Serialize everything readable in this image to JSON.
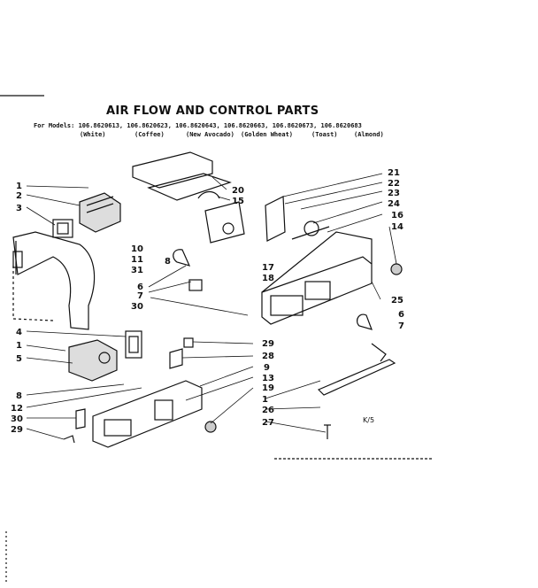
{
  "title": "AIR FLOW AND CONTROL PARTS",
  "models_line": "For Models: 106.8620613, 106.8620623, 106.8620643, 106.8620663, 106.8620673, 106.8620683",
  "colors": [
    "(White)",
    "(Coffee)",
    "(New Avocado)",
    "(Golden Wheat)",
    "(Toast)",
    "(Almond)"
  ],
  "drawing_code": "K/5",
  "callouts_left": [
    "1",
    "2",
    "3",
    "4",
    "1",
    "5",
    "8",
    "12",
    "30",
    "29",
    "10",
    "11",
    "31",
    "8",
    "6",
    "7",
    "30"
  ],
  "callouts_right": [
    "21",
    "22",
    "23",
    "24",
    "16",
    "14",
    "20",
    "15",
    "17",
    "18",
    "25",
    "6",
    "7",
    "29",
    "28",
    "9",
    "13",
    "19",
    "1",
    "26",
    "27"
  ]
}
